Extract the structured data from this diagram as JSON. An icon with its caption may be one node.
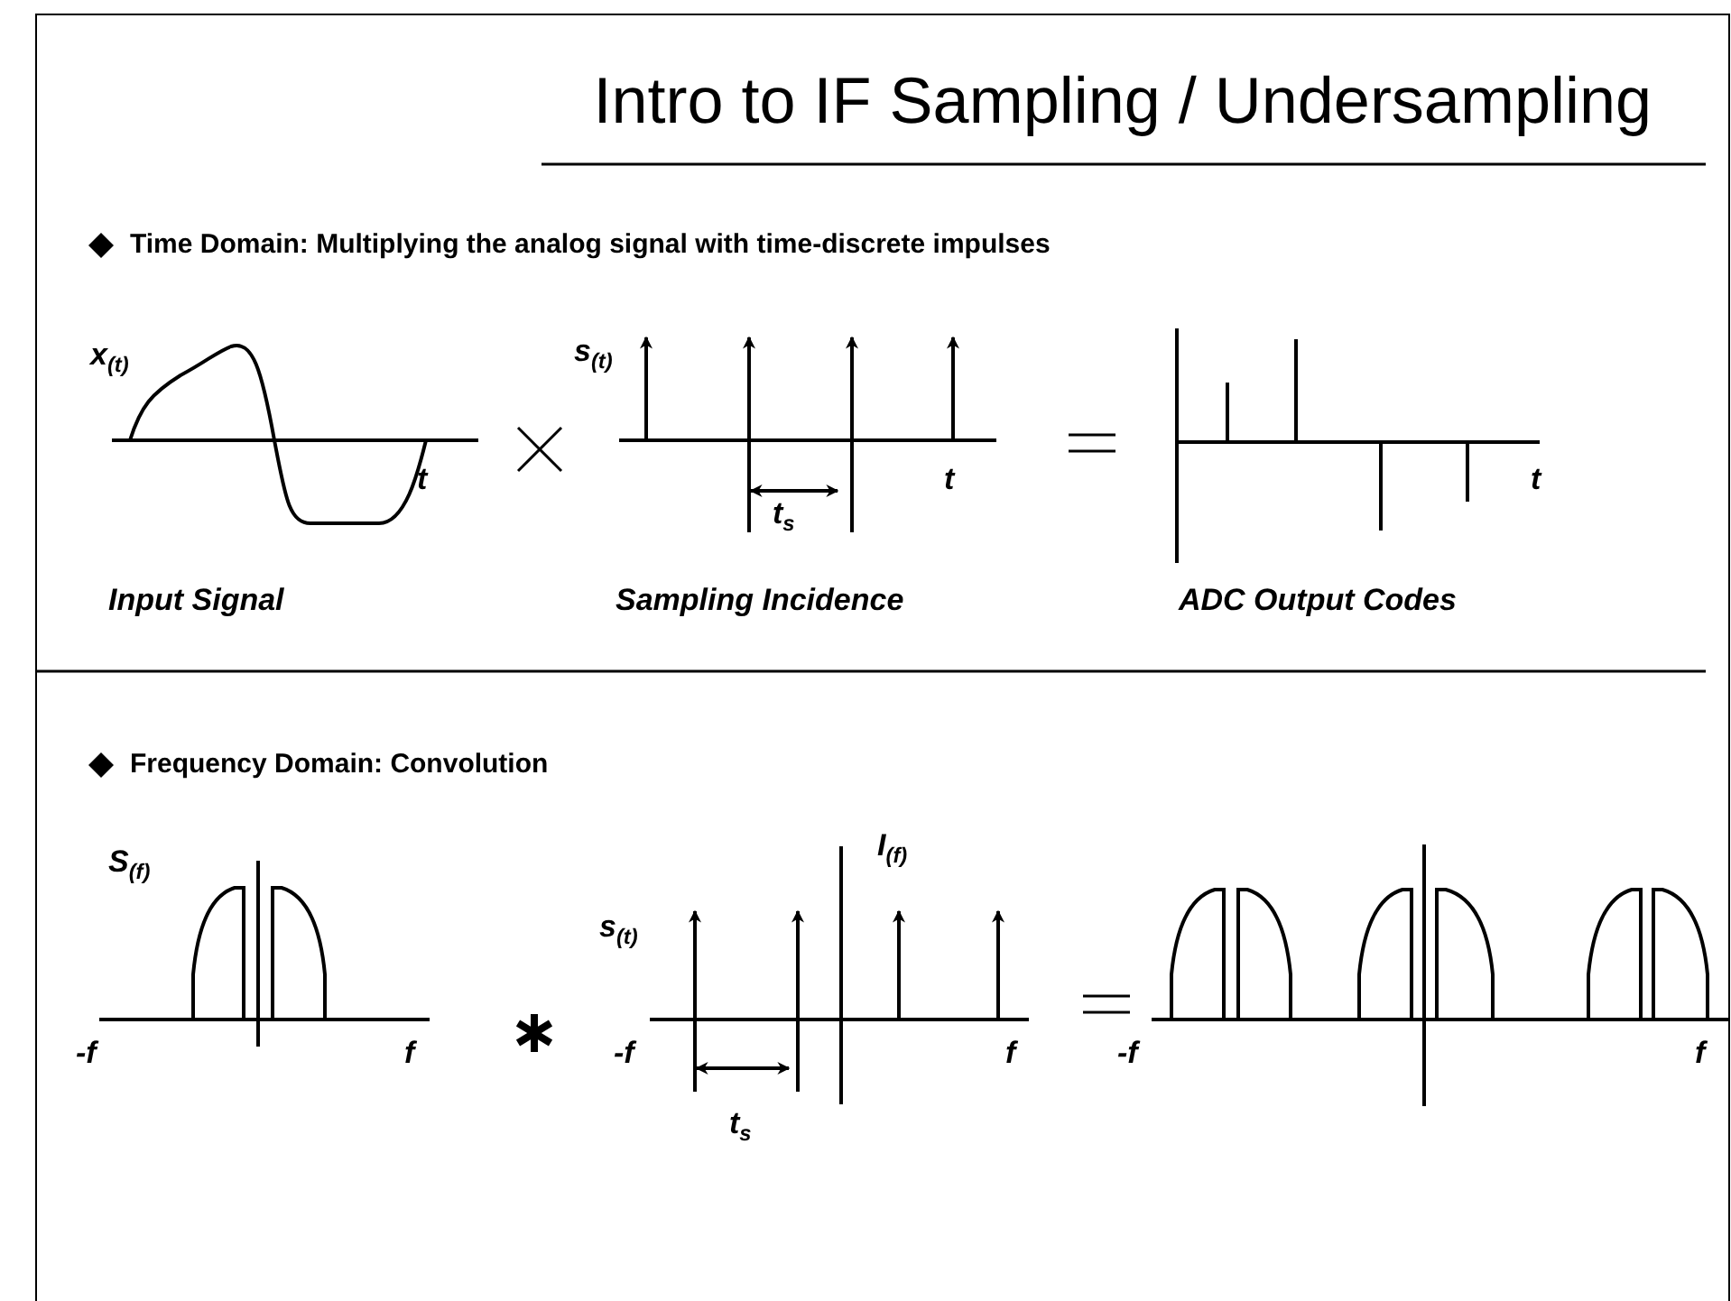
{
  "diagram": {
    "title": "Intro to IF Sampling / Undersampling",
    "labels": [
      "Time Domain: Multiplying the analog signal with time-discrete impulses",
      "x$_{(t)}$",
      "s$_{(t)}$",
      "t",
      "t",
      "t$_{s}$",
      "t",
      "Input Signal",
      "Sampling Incidence",
      "ADC Output Codes",
      "Frequency Domain: Convolution",
      "I$_{(f)}$",
      "S$_{(f)}$",
      "s$_{(t)}$",
      "-f",
      "f",
      "-f",
      "f",
      "-f",
      "f",
      "t$_{s}$"
    ]
  }
}
